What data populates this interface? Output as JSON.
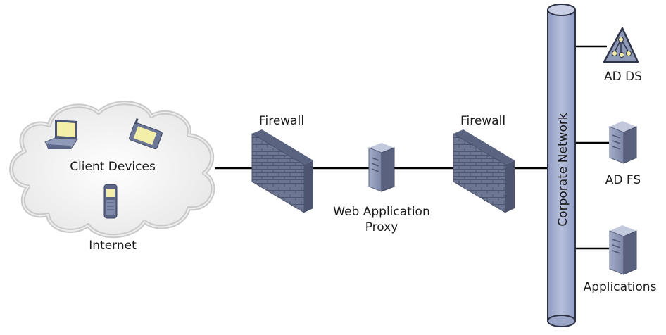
{
  "labels": {
    "client_devices": "Client Devices",
    "internet": "Internet",
    "firewall_left": "Firewall",
    "firewall_right": "Firewall",
    "web_app_proxy_line1": "Web Application",
    "web_app_proxy_line2": "Proxy",
    "corporate_network": "Corporate Network",
    "ad_ds": "AD DS",
    "ad_fs": "AD FS",
    "applications": "Applications"
  },
  "icons": {
    "cloud": "cloud-icon",
    "laptop": "laptop-icon",
    "tablet": "tablet-icon",
    "phone": "phone-icon",
    "firewall": "firewall-icon",
    "server": "server-icon",
    "directory": "directory-triangle-icon",
    "network_bus": "network-cylinder-icon"
  },
  "colors": {
    "device_fill": "#8f9ab8",
    "device_dark": "#4b5575",
    "screen": "#f3efa8",
    "cloud_fill": "#f2f2f2",
    "cloud_edge": "#c8c8c8",
    "line": "#000000"
  }
}
